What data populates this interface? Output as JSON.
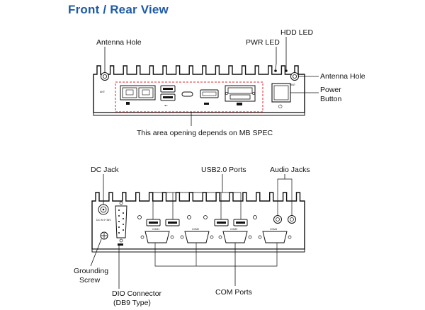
{
  "title": "Front / Rear View",
  "front": {
    "labels": {
      "hdd_led": "HDD LED",
      "pwr_led": "PWR LED",
      "antenna_left": "Antenna Hole",
      "antenna_right": "Antenna Hole",
      "power_button_line1": "Power",
      "power_button_line2": "Button",
      "opening_note": "This area opening depends on MB SPEC"
    },
    "mark_ant": "ANT",
    "mark_ant2": "ANT"
  },
  "rear": {
    "labels": {
      "dc_jack": "DC Jack",
      "usb_ports": "USB2.0 Ports",
      "audio_jacks": "Audio Jacks",
      "grounding_line1": "Grounding",
      "grounding_line2": "Screw",
      "dio_line1": "DIO Connector",
      "dio_line2": "(DB9 Type)",
      "com_ports": "COM Ports"
    },
    "dc_mark": "DC IN 9~36V",
    "com_marks": [
      "COM1",
      "COM2",
      "COM3",
      "COM4"
    ]
  }
}
